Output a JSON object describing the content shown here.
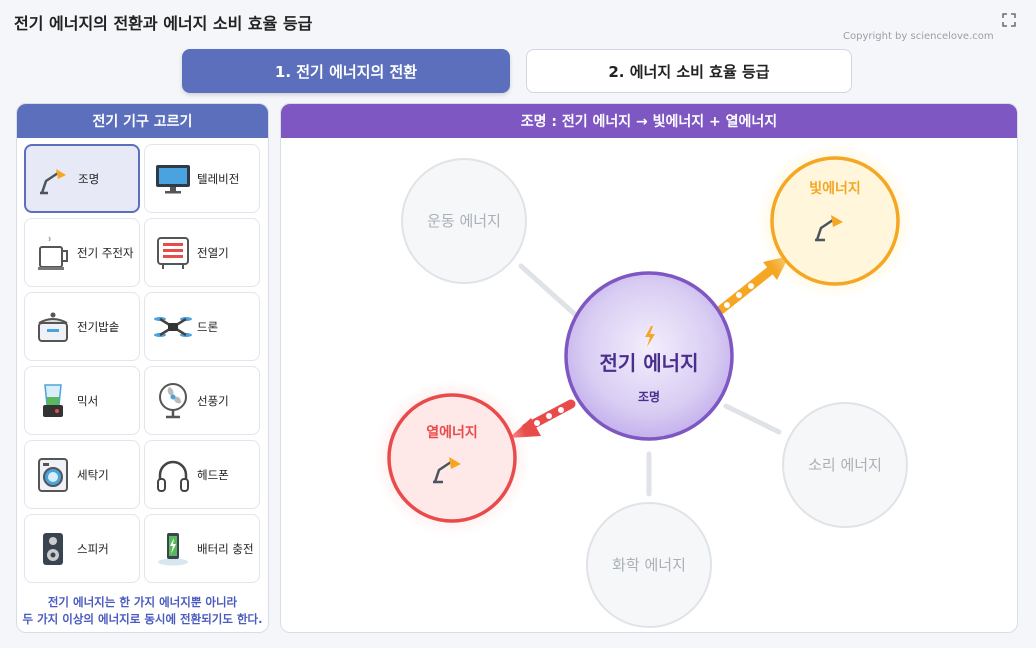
{
  "app": {
    "title": "전기 에너지의 전환과 에너지 소비 효율 등급",
    "copyright": "Copyright by sciencelove.com"
  },
  "tabs": [
    {
      "label": "1. 전기 에너지의 전환",
      "active": true
    },
    {
      "label": "2. 에너지 소비 효율 등급",
      "active": false
    }
  ],
  "left_panel": {
    "header": "전기 기구 고르기",
    "devices": [
      {
        "label": "조명",
        "icon": "lamp-icon",
        "selected": true
      },
      {
        "label": "텔레비전",
        "icon": "tv-icon",
        "selected": false
      },
      {
        "label": "전기 주전자",
        "icon": "kettle-icon",
        "selected": false
      },
      {
        "label": "전열기",
        "icon": "heater-icon",
        "selected": false
      },
      {
        "label": "전기밥솥",
        "icon": "rice-cooker-icon",
        "selected": false
      },
      {
        "label": "드론",
        "icon": "drone-icon",
        "selected": false
      },
      {
        "label": "믹서",
        "icon": "mixer-icon",
        "selected": false
      },
      {
        "label": "선풍기",
        "icon": "fan-icon",
        "selected": false
      },
      {
        "label": "세탁기",
        "icon": "washer-icon",
        "selected": false
      },
      {
        "label": "헤드폰",
        "icon": "headphones-icon",
        "selected": false
      },
      {
        "label": "스피커",
        "icon": "speaker-icon",
        "selected": false
      },
      {
        "label": "배터리 충전",
        "icon": "battery-charge-icon",
        "selected": false
      }
    ],
    "footnote_line1": "전기 에너지는 한 가지 에너지뿐 아니라",
    "footnote_line2": "두 가지 이상의 에너지로 동시에 전환되기도 한다."
  },
  "right_panel": {
    "header": "조명 : 전기 에너지 → 빛에너지 + 열에너지",
    "center": {
      "label": "전기 에너지",
      "sublabel": "조명",
      "icon": "lightning-icon"
    },
    "nodes": {
      "motion": {
        "label": "운동 에너지",
        "active": false
      },
      "light": {
        "label": "빛에너지",
        "active": true
      },
      "heat": {
        "label": "열에너지",
        "active": true
      },
      "sound": {
        "label": "소리 에너지",
        "active": false
      },
      "chemical": {
        "label": "화학 에너지",
        "active": false
      }
    }
  },
  "colors": {
    "tab_active": "#5b6fbd",
    "panel_header_right": "#7e57c2",
    "light_energy": "#f5a623",
    "heat_energy": "#e94b4b",
    "center": "#8e6bd6"
  }
}
